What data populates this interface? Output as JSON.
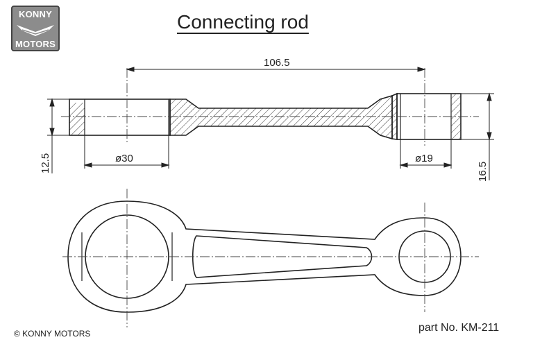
{
  "logo": {
    "line1": "KONNY",
    "line2": "MOTORS"
  },
  "title": "Connecting rod",
  "dimensions": {
    "center_distance": "106.5",
    "big_end_bore": "ø30",
    "small_end_bore": "ø19",
    "big_end_width": "12.5",
    "small_end_width": "16.5"
  },
  "footer": {
    "copyright": "© KONNY MOTORS",
    "part_number": "part No. KM-211"
  }
}
